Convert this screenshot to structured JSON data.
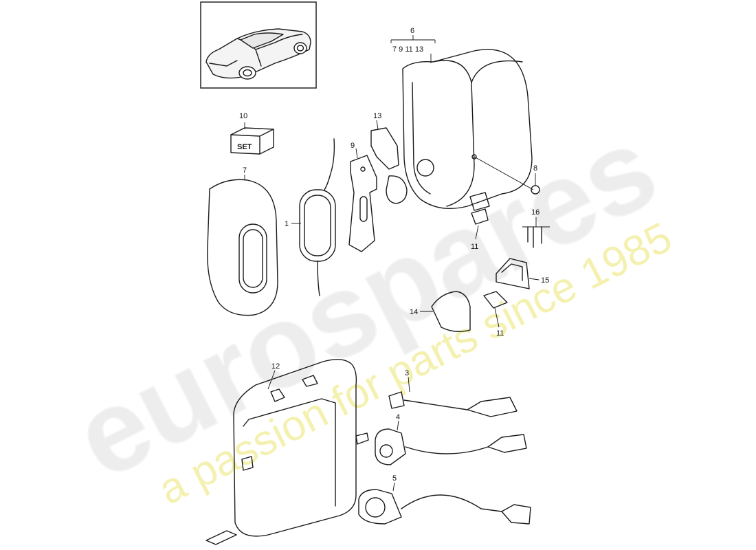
{
  "watermark": {
    "brand": "eurospares",
    "slogan": "a passion for parts since 1985",
    "brand_color": "#e6e6e6",
    "slogan_color": "#f1ee9a"
  },
  "badge": {
    "text": "SET"
  },
  "callouts": {
    "c1": "1",
    "c3": "3",
    "c4": "4",
    "c5": "5",
    "c6": "6",
    "c6_sub": "7 9 11 13",
    "c7": "7",
    "c8": "8",
    "c9": "9",
    "c10": "10",
    "c11a": "11",
    "c11b": "11",
    "c12": "12",
    "c13": "13",
    "c14": "14",
    "c15": "15",
    "c16": "16"
  }
}
